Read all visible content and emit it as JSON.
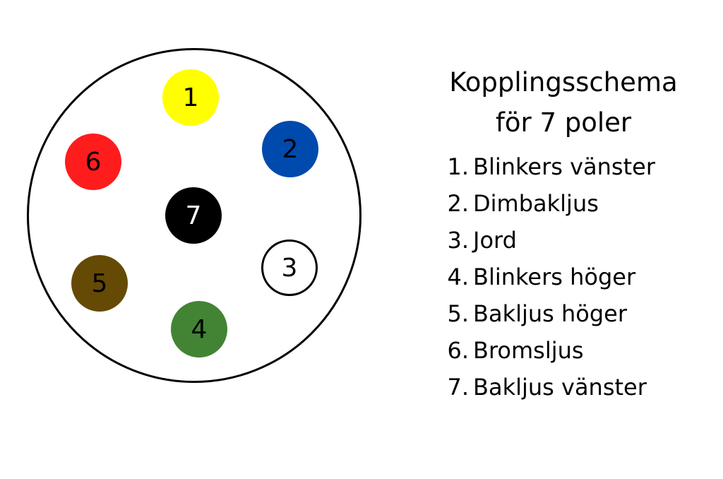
{
  "title_line1": "Kopplingsschema",
  "title_line2": "för 7 poler",
  "pins": [
    {
      "label": "1",
      "color": "#FFFF00",
      "text_color": "#000000"
    },
    {
      "label": "2",
      "color": "#004AAD",
      "text_color": "#000000"
    },
    {
      "label": "3",
      "color": "#FFFFFF",
      "text_color": "#000000"
    },
    {
      "label": "4",
      "color": "#428434",
      "text_color": "#000000"
    },
    {
      "label": "5",
      "color": "#654A05",
      "text_color": "#000000"
    },
    {
      "label": "6",
      "color": "#FF1C1C",
      "text_color": "#000000"
    },
    {
      "label": "7",
      "color": "#000000",
      "text_color": "#FFFFFF"
    }
  ],
  "legend": [
    {
      "num": "1.",
      "text": "Blinkers vänster"
    },
    {
      "num": "2.",
      "text": "Dimbakljus"
    },
    {
      "num": "3.",
      "text": "Jord"
    },
    {
      "num": "4.",
      "text": "Blinkers höger"
    },
    {
      "num": "5.",
      "text": "Bakljus höger"
    },
    {
      "num": "6.",
      "text": "Bromsljus"
    },
    {
      "num": "7.",
      "text": "Bakljus vänster"
    }
  ]
}
